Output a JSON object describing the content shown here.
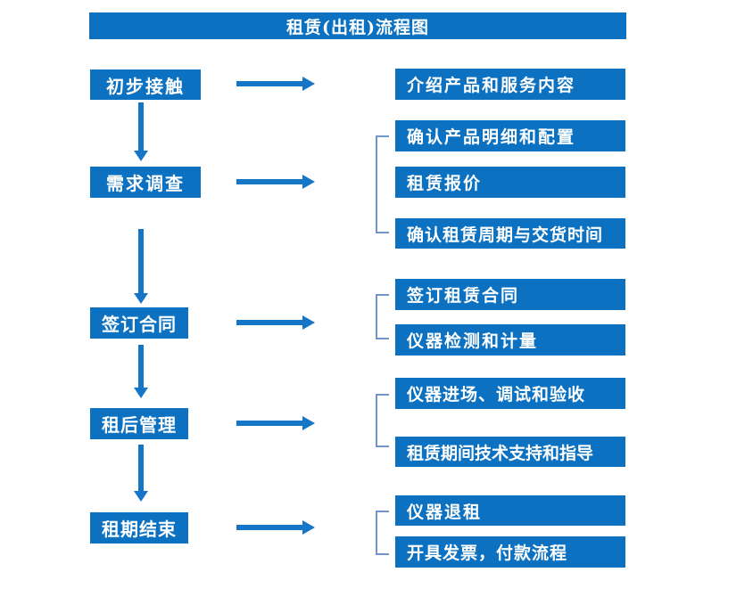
{
  "header": {
    "title": "租赁(出租)流程图"
  },
  "flow": {
    "stages": [
      {
        "label": "初步接触",
        "outputs": [
          "介绍产品和服务内容"
        ]
      },
      {
        "label": "需求调查",
        "outputs": [
          "确认产品明细和配置",
          "租赁报价",
          "确认租赁周期与交货时间"
        ]
      },
      {
        "label": "签订合同",
        "outputs": [
          "签订租赁合同",
          "仪器检测和计量"
        ]
      },
      {
        "label": "租后管理",
        "outputs": [
          "仪器进场、调试和验收",
          "租赁期间技术支持和指导"
        ]
      },
      {
        "label": "租期结束",
        "outputs": [
          "仪器退租",
          "开具发票，付款流程"
        ]
      }
    ]
  },
  "colors": {
    "box_blue": "#0b71c0",
    "arrow_blue": "#1576c8",
    "bracket_blue": "#7196ce",
    "text_white": "#ffffff"
  }
}
